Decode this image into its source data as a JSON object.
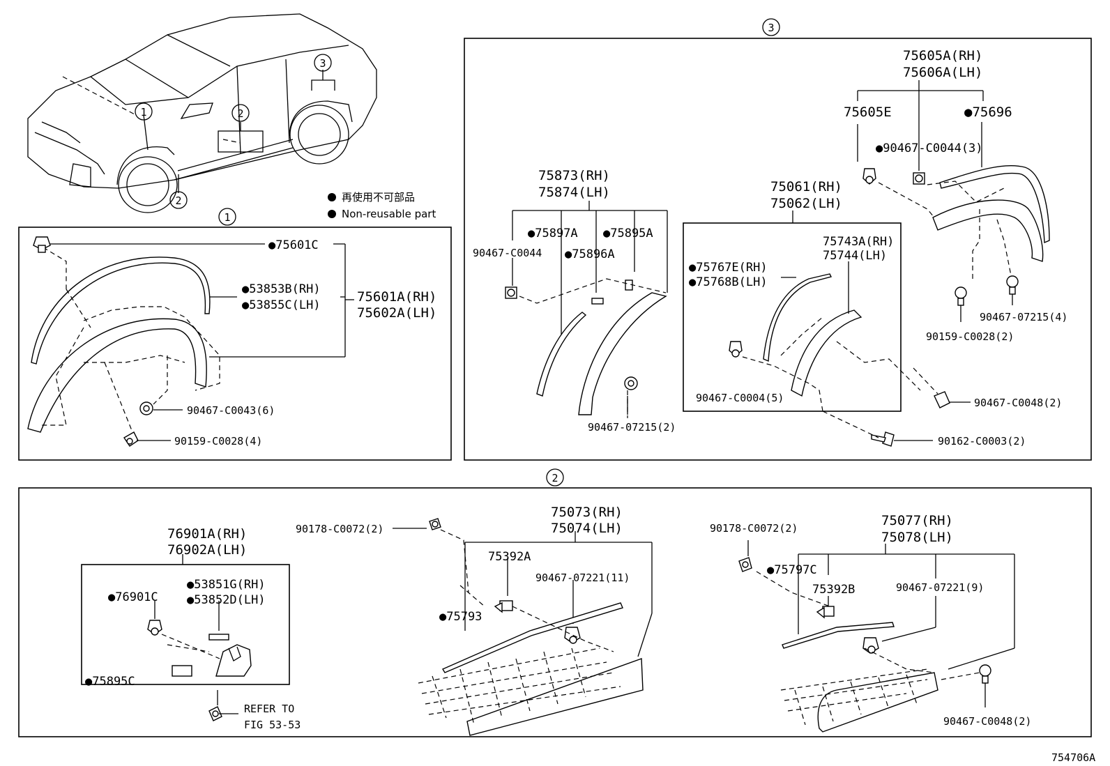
{
  "legend": {
    "jp": "再使用不可部品",
    "en": "Non-reusable part"
  },
  "diagram_id": "754706A",
  "section_markers": [
    "①",
    "②",
    "③"
  ],
  "car_markers": [
    "1",
    "2",
    "2",
    "3"
  ],
  "section1": {
    "marker": "1",
    "labels": {
      "p75601C": "●75601C",
      "p53853B": "●53853B(RH)",
      "p53855C": "●53855C(LH)",
      "p75601A": "75601A(RH)",
      "p75602A": "75602A(LH)",
      "c0043": "90467-C0043(6)",
      "c0028": "90159-C0028(4)"
    }
  },
  "section3": {
    "marker": "3",
    "labels": {
      "p75873": "75873(RH)",
      "p75874": "75874(LH)",
      "p75897A": "●75897A",
      "p75895A": "●75895A",
      "p75896A": "●75896A",
      "c0044": "90467-C0044",
      "p07215_2": "90467-07215(2)",
      "p75061": "75061(RH)",
      "p75062": "75062(LH)",
      "p75743A": "75743A(RH)",
      "p75744": "75744(LH)",
      "p75767E": "●75767E(RH)",
      "p75768B": "●75768B(LH)",
      "c0004": "90467-C0004(5)",
      "p75605A": "75605A(RH)",
      "p75606A": "75606A(LH)",
      "p75605E": "75605E",
      "p75696": "●75696",
      "c0044_3": "●90467-C0044(3)",
      "p07215_4": "90467-07215(4)",
      "c0028_2": "90159-C0028(2)",
      "c0048_2": "90467-C0048(2)",
      "c0003_2": "90162-C0003(2)"
    }
  },
  "section2": {
    "marker": "2",
    "labels": {
      "p76901A": "76901A(RH)",
      "p76902A": "76902A(LH)",
      "p53851G": "●53851G(RH)",
      "p53852D": "●53852D(LH)",
      "p76901C": "●76901C",
      "p75895C": "●75895C",
      "refer1": "REFER TO",
      "refer2": "FIG 53-53",
      "c0072_a": "90178-C0072(2)",
      "p75073": "75073(RH)",
      "p75074": "75074(LH)",
      "p75392A": "75392A",
      "p07221_11": "90467-07221(11)",
      "p75793": "●75793",
      "c0072_b": "90178-C0072(2)",
      "p75077": "75077(RH)",
      "p75078": "75078(LH)",
      "p75797C": "●75797C",
      "p75392B": "75392B",
      "p07221_9": "90467-07221(9)",
      "c0048_b": "90467-C0048(2)"
    }
  }
}
